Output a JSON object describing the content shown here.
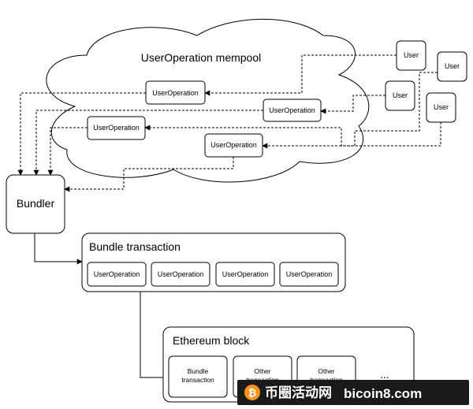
{
  "mempool": {
    "title": "UserOperation mempool"
  },
  "users": [
    "User",
    "User",
    "User",
    "User"
  ],
  "mempool_ops": [
    "UserOperation",
    "UserOperation",
    "UserOperation",
    "UserOperation"
  ],
  "bundler": {
    "label": "Bundler"
  },
  "bundle_tx": {
    "title": "Bundle transaction",
    "ops": [
      "UserOperation",
      "UserOperation",
      "UserOperation",
      "UserOperation"
    ]
  },
  "eth_block": {
    "title": "Ethereum block",
    "item_bundle": [
      "Bundle",
      "transaction"
    ],
    "item_other_1": [
      "Other",
      "transaction"
    ],
    "item_other_2": [
      "Other",
      "transaction"
    ],
    "ellipsis": "..."
  },
  "watermark": {
    "brand_cn": "币圈活动网",
    "brand_domain": "bicoin8.com"
  }
}
